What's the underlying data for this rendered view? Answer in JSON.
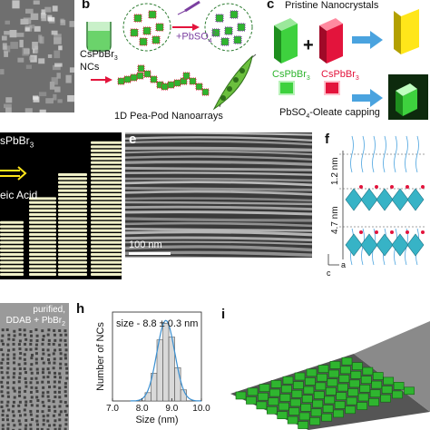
{
  "panel_labels": {
    "b": "b",
    "c": "c",
    "e": "e",
    "f": "f",
    "h": "h",
    "i": "i"
  },
  "panel_b": {
    "nc_label_line1": "CsPbBr",
    "nc_label_sub1": "3",
    "nc_label_line2": "NCs",
    "reagent": "+PbSO",
    "reagent_sub": "4",
    "reagent_sup": "2-",
    "caption": "1D Pea-Pod Nanoarrays"
  },
  "panel_c": {
    "title": "Pristine Nanocrystals",
    "left_label": "CsPbBr",
    "left_sub": "3",
    "right_label": "CsPbBr",
    "right_sub": "3",
    "caption": "PbSO",
    "caption_sub": "4",
    "caption_rest": "-Oleate capping"
  },
  "panel_d": {
    "label_top": "sPbBr",
    "label_top_sub": "3",
    "label_bottom": "eic Acid"
  },
  "panel_e": {
    "scalebar": "100 nm"
  },
  "panel_f": {
    "spacing1": "1.2 nm",
    "spacing2": "4.7 nm",
    "axis_a": "a",
    "axis_c": "c"
  },
  "panel_g": {
    "line1": "purified,",
    "line2": "DDAB + PbBr",
    "line2_sub": "2"
  },
  "chart_data": {
    "type": "bar",
    "annotation": "size - 8.8 ± 0.3 nm",
    "xlabel": "Size (nm)",
    "ylabel": "Number of NCs",
    "xlim": [
      7.0,
      10.0
    ],
    "xticks": [
      "7.0",
      "8.0",
      "9.0",
      "10.0"
    ],
    "bin_width": 0.2,
    "x": [
      8.2,
      8.4,
      8.6,
      8.8,
      9.0,
      9.2,
      9.4
    ],
    "values": [
      3,
      10,
      22,
      28,
      23,
      12,
      4
    ],
    "ylim": [
      0,
      32
    ],
    "fit": {
      "center": 8.8,
      "sigma": 0.3,
      "peak": 29
    },
    "colors": {
      "bar_fill": "#d9d9d9",
      "bar_edge": "#555555",
      "fit_line": "#3a8fd0"
    }
  },
  "colors": {
    "green": "#2fb52f",
    "red": "#e3143c",
    "yellow": "#ffe61a",
    "arrow_blue": "#4aa3df",
    "teal": "#37b3c6",
    "cube_panel": "#2a8a2a"
  }
}
